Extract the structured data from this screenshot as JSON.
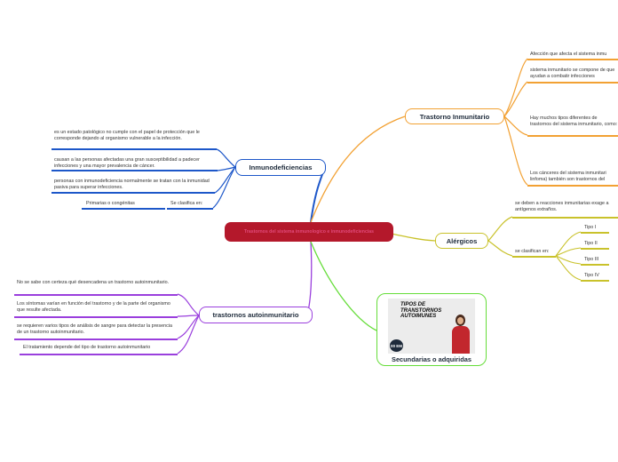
{
  "center": {
    "label": "Trastornos del sistema inmunologico e inmunodeficiencias"
  },
  "colors": {
    "center_fill": "#b4182b",
    "center_text": "#e04a7a",
    "blue": "#1d57c9",
    "orange": "#f2a133",
    "olive": "#c9c22b",
    "purple": "#9a3fdd",
    "green": "#66dd3a"
  },
  "branches": {
    "immunodeficiencies": {
      "title": "Inmunodeficiencias",
      "items": [
        "es un estado patológico no cumple con el papel de protección que le corresponde dejando al organismo vulnerable a la infección.",
        "causan a las personas afectadas una gran susceptibilidad a padecer infecciones y una mayor prevalencia de cáncer.",
        "personas con inmunodeficiencia normalmente se tratan con la inmunidad pasiva para superar infecciones."
      ],
      "classify_label": "Se clasifica en:",
      "classify_value": "Primarias o congénitas"
    },
    "immune_disorder": {
      "title": "Trastorno Inmunitario",
      "items": [
        "Afección que afecta el sistema inmu",
        "sistema inmunitario se compone de que ayudan a combatir infecciones",
        "Hay muchos tipos diferentes de trastornos del sistema inmunitario, como:",
        "Los cánceres del sistema inmunitari linfoma) también son trastornos del"
      ]
    },
    "allergic": {
      "title": "Alérgicos",
      "description": "se deben a reacciones inmunitarias exage a antígenos extraños.",
      "classify_label": "se clasifican en:",
      "types": [
        "Tipo I",
        "Tipo II",
        "Tipo III",
        "Tipo IV"
      ]
    },
    "autoimmune": {
      "title": "trastornos autoinmunitario",
      "items": [
        "No se sabe con certeza qué desencadena un trastorno autoinmunitario.",
        "Los síntomas varían en función del trastorno y de la parte del organismo que resulte afectada.",
        "se requieren varios tipos de análisis de sangre para detectar la presencia de un trastorno autoinmunitario.",
        "El tratamiento depende del tipo de trastorno autoinmunitario"
      ]
    },
    "secondary": {
      "title": "Secundarias o adquiridas",
      "thumbnail_title": "TIPOS DE TRANSTORNOS AUTOIMUNES",
      "badge": "00 EM"
    }
  }
}
